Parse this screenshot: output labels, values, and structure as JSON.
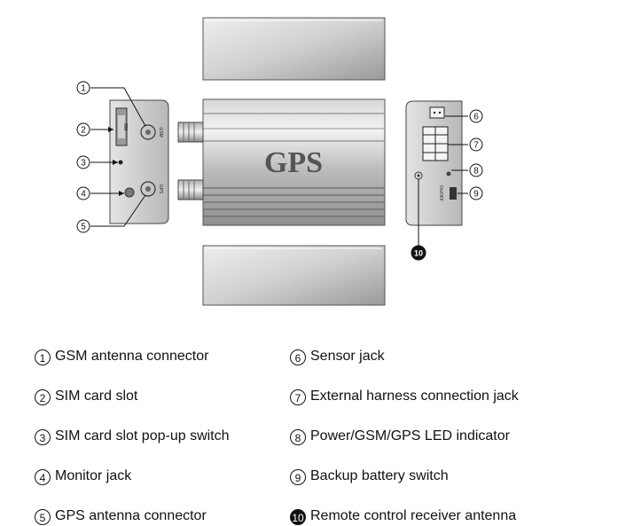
{
  "device": {
    "label": "GPS",
    "left_end_labels": [
      "GSM",
      "GPS"
    ],
    "sim_label": "SIM",
    "switch_label": "On/OFF"
  },
  "callouts": [
    "1",
    "2",
    "3",
    "4",
    "5",
    "6",
    "7",
    "8",
    "9",
    "10"
  ],
  "legend": {
    "left": [
      {
        "num": "1",
        "text": "GSM antenna connector"
      },
      {
        "num": "2",
        "text": "SIM card slot"
      },
      {
        "num": "3",
        "text": "SIM card slot pop-up switch"
      },
      {
        "num": "4",
        "text": "Monitor jack"
      },
      {
        "num": "5",
        "text": "GPS antenna connector"
      }
    ],
    "right": [
      {
        "num": "6",
        "text": "Sensor jack"
      },
      {
        "num": "7",
        "text": "External harness connection jack"
      },
      {
        "num": "8",
        "text": "Power/GSM/GPS LED indicator"
      },
      {
        "num": "9",
        "text": "Backup battery switch"
      },
      {
        "num": "10",
        "text": "Remote control receiver antenna"
      }
    ]
  }
}
